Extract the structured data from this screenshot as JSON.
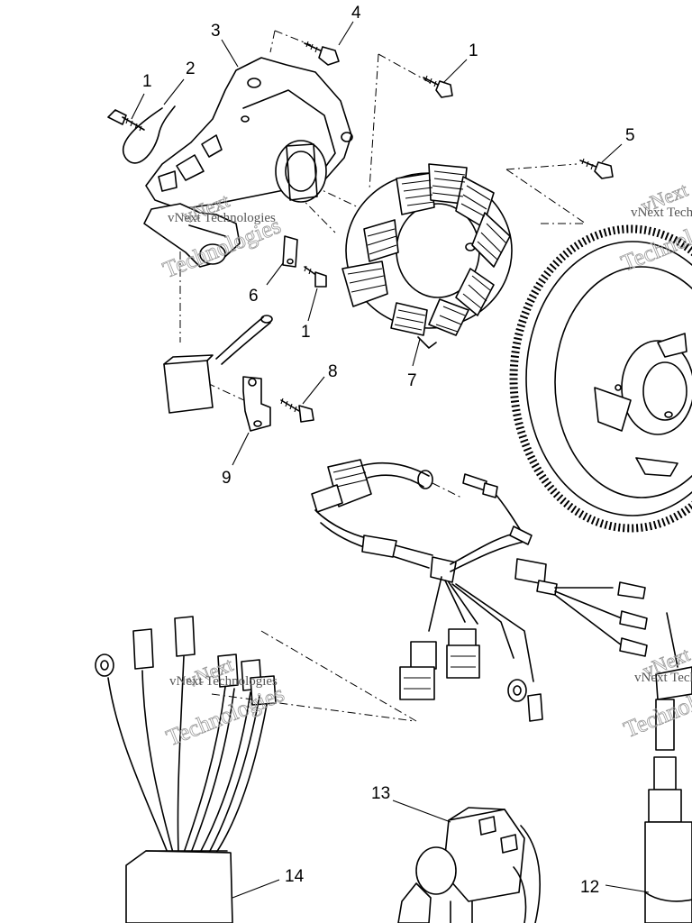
{
  "diagram": {
    "callouts": [
      {
        "id": "c1a",
        "text": "1"
      },
      {
        "id": "c2",
        "text": "2"
      },
      {
        "id": "c3",
        "text": "3"
      },
      {
        "id": "c4",
        "text": "4"
      },
      {
        "id": "c1b",
        "text": "1"
      },
      {
        "id": "c5",
        "text": "5"
      },
      {
        "id": "c6",
        "text": "6"
      },
      {
        "id": "c1c",
        "text": "1"
      },
      {
        "id": "c7",
        "text": "7"
      },
      {
        "id": "c8",
        "text": "8"
      },
      {
        "id": "c9",
        "text": "9"
      },
      {
        "id": "c13",
        "text": "13"
      },
      {
        "id": "c14",
        "text": "14"
      },
      {
        "id": "c12",
        "text": "12"
      }
    ],
    "watermark": {
      "line1": "vNext",
      "line2": "Technologies",
      "small": "vNext Technologies"
    }
  }
}
